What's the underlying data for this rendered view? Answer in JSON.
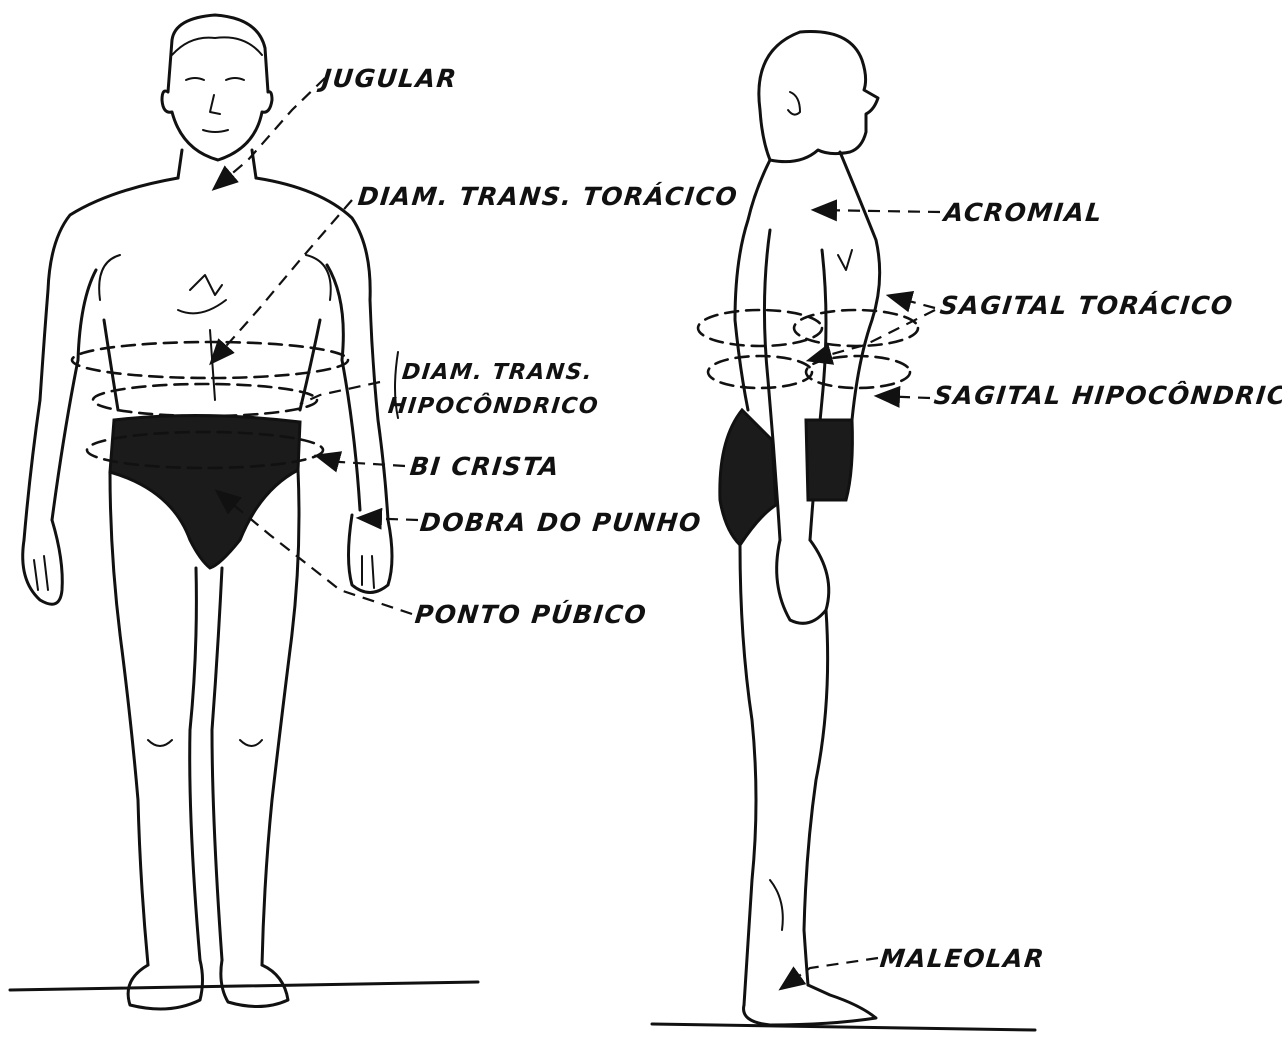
{
  "labels": {
    "jugular": "JUGULAR",
    "diam_trans_toracico": "DIAM. TRANS. TORÁCICO",
    "diam_trans_line1": "DIAM. TRANS.",
    "diam_trans_line2": "HIPOCÔNDRICO",
    "bi_crista": "BI CRISTA",
    "dobra_do_punho": "DOBRA DO PUNHO",
    "ponto_pubico": "PONTO PÚBICO",
    "acromial": "ACROMIAL",
    "sagital_toracico": "SAGITAL TORÁCICO",
    "sagital_hipocondrico": "SAGITAL HIPOCÔNDRICO",
    "maleolar": "MALEOLAR"
  }
}
